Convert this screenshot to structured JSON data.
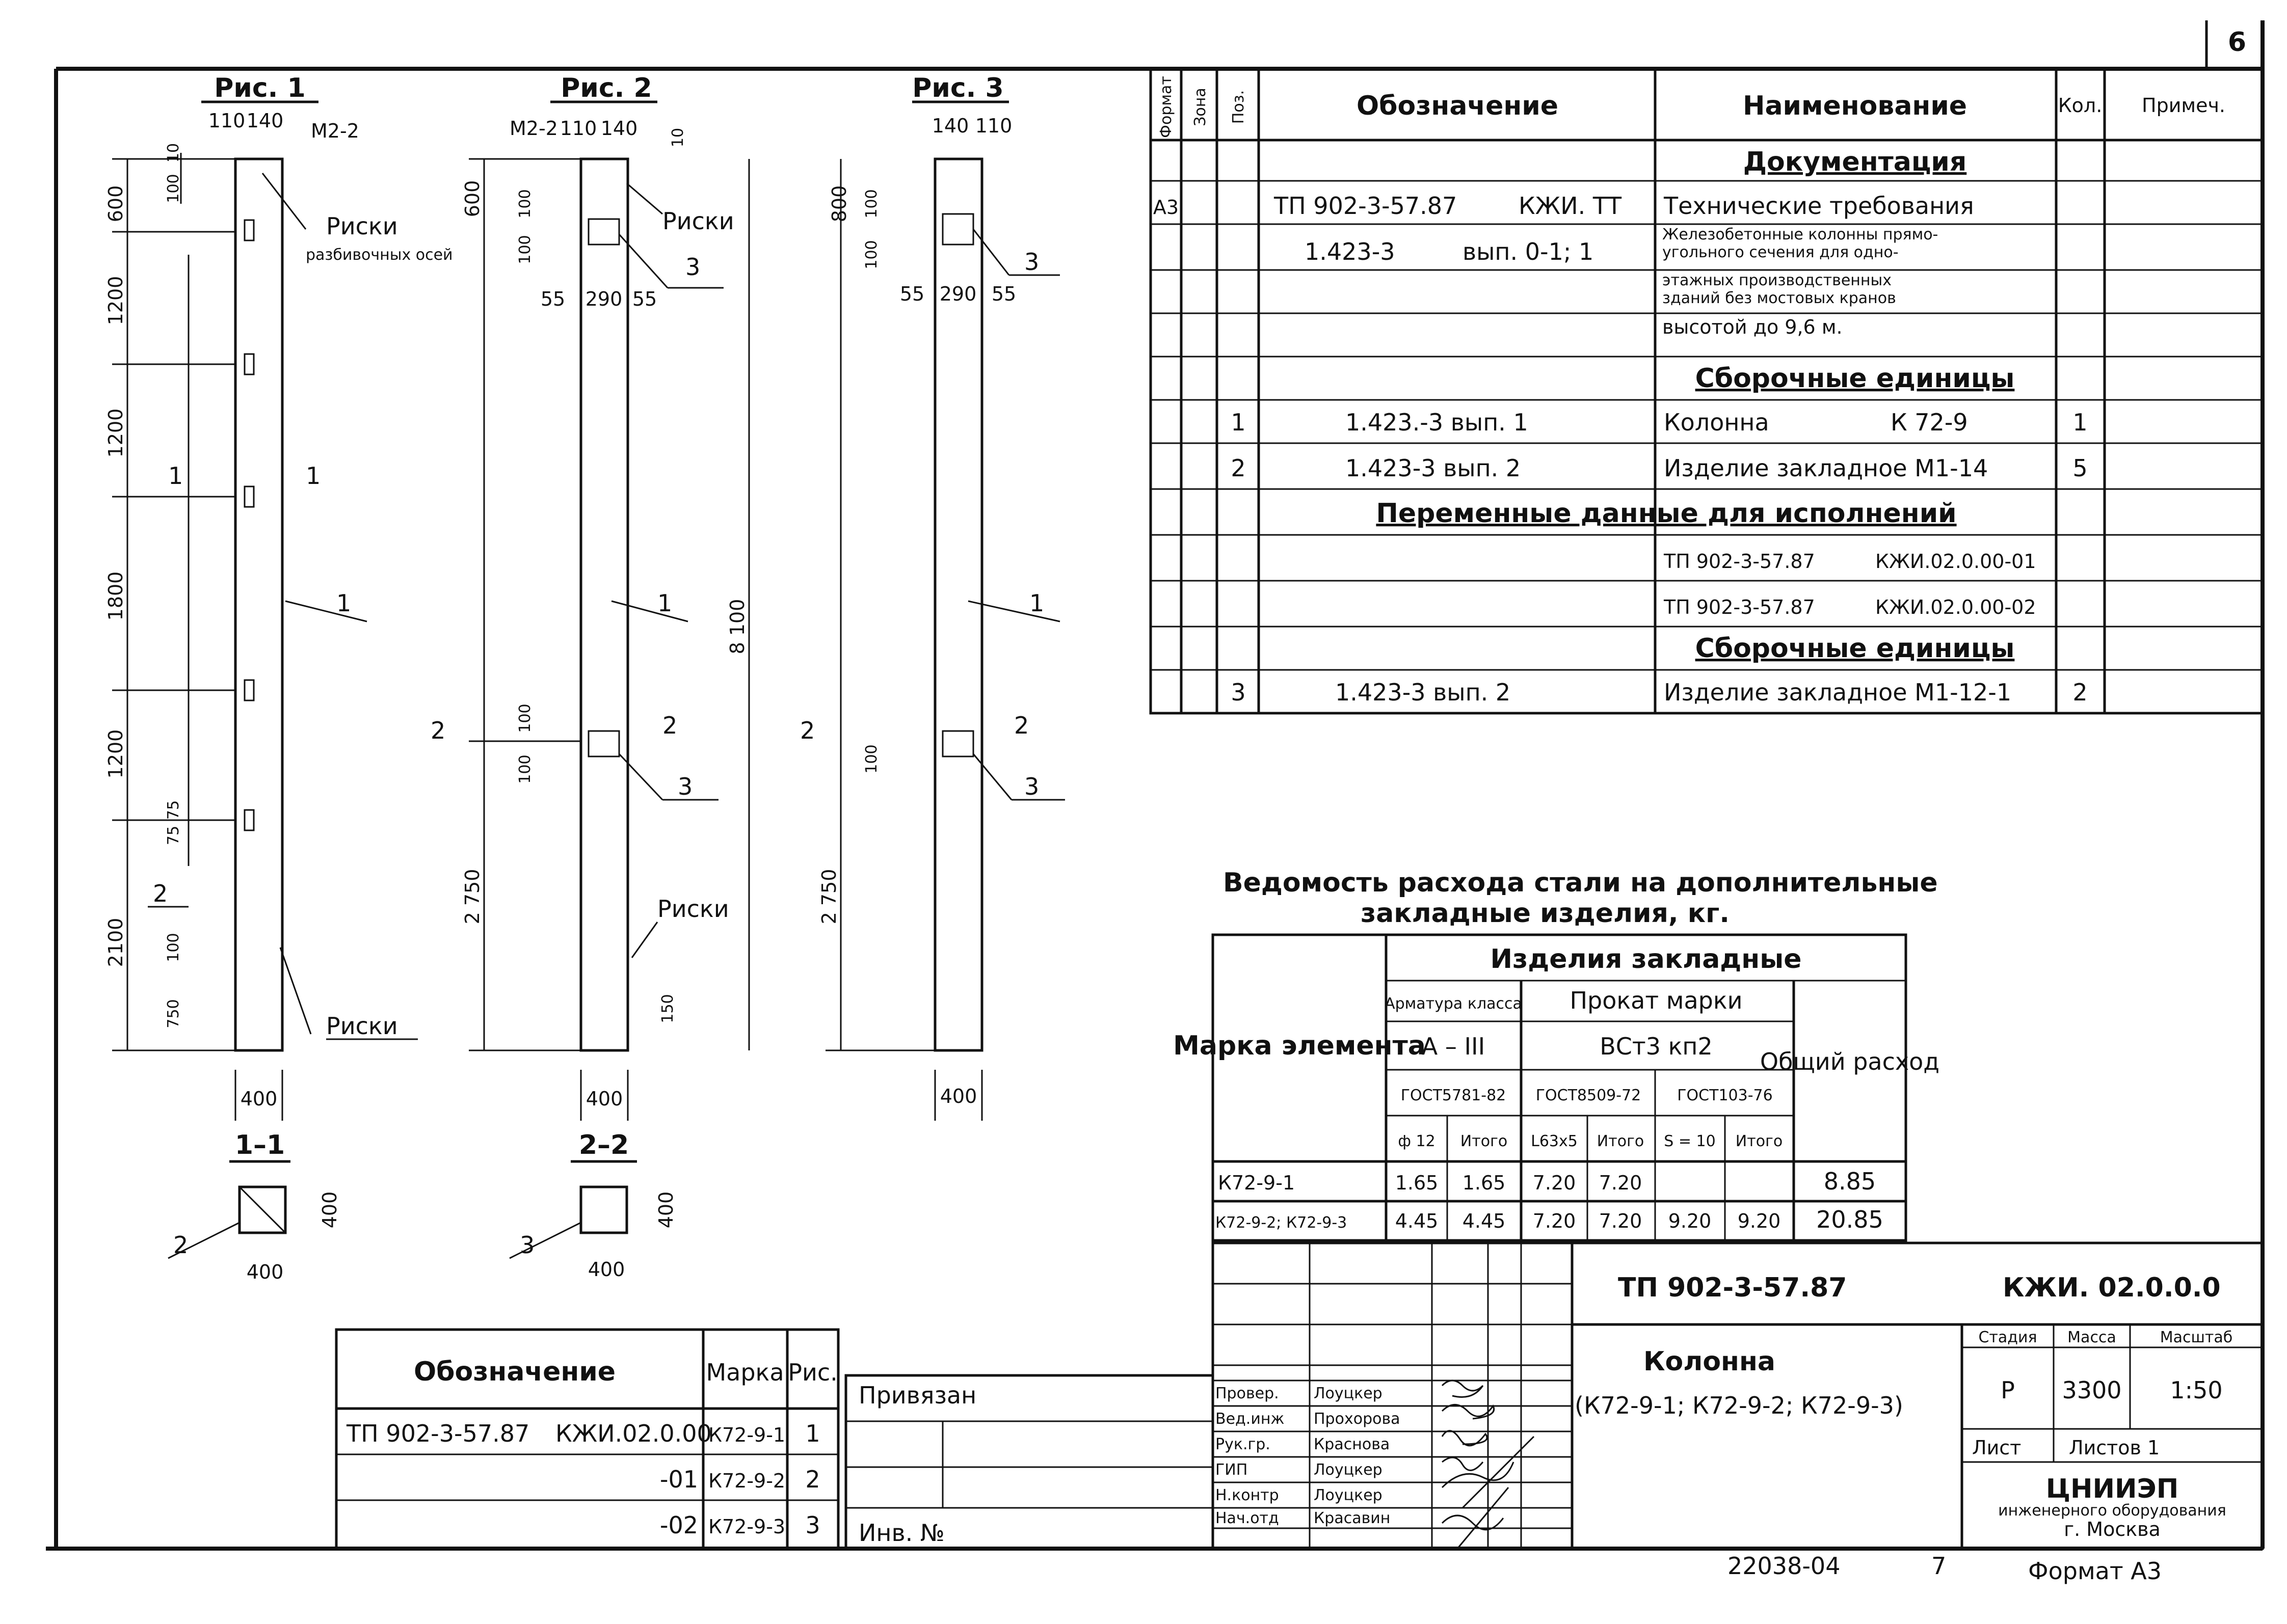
{
  "sheet_number": "6",
  "figures": {
    "fig1": {
      "title": "Рис. 1",
      "top_dims": [
        "110",
        "140"
      ],
      "top_mark": "М2-2",
      "left_dims": [
        "600",
        "1200",
        "1200",
        "1800",
        "1200",
        "2100"
      ],
      "small_dims": [
        "10",
        "100",
        "75",
        "75",
        "100",
        "750"
      ],
      "labels": {
        "riski_a": "Риски",
        "riski_sub": "разбивочных осей",
        "riski_b": "Риски",
        "pos1": "1",
        "pos2": "2",
        "sec": "1"
      },
      "width": "400",
      "section_title": "1–1",
      "section_dims": [
        "400",
        "400"
      ],
      "section_pos": "2"
    },
    "fig2": {
      "title": "Рис. 2",
      "top_dims": [
        "110",
        "140"
      ],
      "top_mark": "М2-2",
      "left_dims": [
        "600",
        "100",
        "100",
        "2 750"
      ],
      "small_dims": [
        "10",
        "100",
        "100",
        "100",
        "100",
        "150"
      ],
      "mid_dims": [
        "55",
        "290",
        "55"
      ],
      "total": "8 100",
      "labels": {
        "riski_a": "Риски",
        "riski_b": "Риски",
        "pos1": "1",
        "pos3a": "3",
        "pos3b": "3",
        "sec": "2"
      },
      "width": "400",
      "section_title": "2–2",
      "section_dims": [
        "400",
        "400"
      ],
      "section_pos": "3"
    },
    "fig3": {
      "title": "Рис. 3",
      "top_dims": [
        "140",
        "110"
      ],
      "left_dims": [
        "800",
        "100",
        "100",
        "2 750"
      ],
      "small_dims": [
        "100",
        "100",
        "100"
      ],
      "mid_dims": [
        "55",
        "290",
        "55"
      ],
      "labels": {
        "pos1": "1",
        "pos3a": "3",
        "pos3b": "3",
        "sec": "2"
      },
      "width": "400"
    }
  },
  "spec_table": {
    "headers": {
      "format": "Формат",
      "zone": "Зона",
      "pos": "Поз.",
      "designation": "Обозначение",
      "name": "Наименование",
      "qty": "Кол.",
      "note": "Примеч."
    },
    "section_docs": "Документация",
    "rows": [
      {
        "format": "А3",
        "designation": "ТП 902-3-57.87",
        "code": "КЖИ. ТТ",
        "name": "Технические требования"
      },
      {
        "designation": "1.423-3",
        "code": "вып. 0-1; 1",
        "name_lines": [
          "Железобетонные колонны прямо-",
          "угольного сечения для одно-",
          "этажных производственных",
          "зданий без мостовых кранов",
          "высотой до 9,6 м."
        ]
      }
    ],
    "section_asm": "Сборочные единицы",
    "asm_rows": [
      {
        "pos": "1",
        "designation": "1.423.-3 вып. 1",
        "name": "Колонна",
        "mark": "К 72-9",
        "qty": "1"
      },
      {
        "pos": "2",
        "designation": "1.423-3 вып. 2",
        "name": "Изделие закладное М1-14",
        "qty": "5"
      }
    ],
    "section_var": "Переменные данные для исполнений",
    "var_rows": [
      {
        "name": "ТП 902-3-57.87",
        "code": "КЖИ.02.0.00-01"
      },
      {
        "name": "ТП 902-3-57.87",
        "code": "КЖИ.02.0.00-02"
      }
    ],
    "section_asm2": "Сборочные единицы",
    "asm2_rows": [
      {
        "pos": "3",
        "designation": "1.423-3 вып. 2",
        "name": "Изделие закладное М1-12-1",
        "qty": "2"
      }
    ]
  },
  "steel_table": {
    "title_line1": "Ведомость расхода стали на дополнительные",
    "title_line2": "закладные изделия, кг.",
    "h_items": "Изделия закладные",
    "h_mark": "Марка элемента",
    "h_armat": "Арматура класса",
    "h_armat_class": "А – III",
    "h_prokat": "Прокат марки",
    "h_prokat_mark": "ВСт3 кп2",
    "h_total": "Общий расход",
    "h_gost1": "ГОСТ5781-82",
    "h_gost2": "ГОСТ8509-72",
    "h_gost3": "ГОСТ103-76",
    "h_sub": [
      "ф 12",
      "Итого",
      "L63х5",
      "Итого",
      "S = 10",
      "Итого"
    ],
    "rows": [
      {
        "mark": "К72-9-1",
        "vals": [
          "1.65",
          "1.65",
          "7.20",
          "7.20",
          "",
          "",
          "8.85"
        ]
      },
      {
        "mark": "К72-9-2; К72-9-3",
        "vals": [
          "4.45",
          "4.45",
          "7.20",
          "7.20",
          "9.20",
          "9.20",
          "20.85"
        ]
      }
    ]
  },
  "variants_table": {
    "headers": {
      "designation": "Обозначение",
      "mark": "Марка",
      "fig": "Рис."
    },
    "rows": [
      {
        "designation": "ТП 902-3-57.87",
        "code": "КЖИ.02.0.00",
        "mark": "К72-9-1",
        "fig": "1"
      },
      {
        "designation": "",
        "code": "-01",
        "mark": "К72-9-2",
        "fig": "2"
      },
      {
        "designation": "",
        "code": "-02",
        "mark": "К72-9-3",
        "fig": "3"
      }
    ]
  },
  "title_block": {
    "privyazan": "Привязан",
    "inv": "Инв. №",
    "project": "ТП 902-3-57.87",
    "doc_code": "КЖИ. 02.0.0.0",
    "name_line1": "Колонна",
    "name_line2": "(К72-9-1; К72-9-2; К72-9-3)",
    "stage_h": "Стадия",
    "mass_h": "Масса",
    "scale_h": "Масштаб",
    "stage": "Р",
    "mass": "3300",
    "scale": "1:50",
    "sheet_h": "Лист",
    "sheets_h": "Листов 1",
    "org_line1": "ЦНИИЭП",
    "org_line2": "инженерного оборудования",
    "org_line3": "г. Москва",
    "signers": [
      {
        "role": "Провер.",
        "name": "Лоуцкер"
      },
      {
        "role": "Вед.инж",
        "name": "Прохорова"
      },
      {
        "role": "Рук.гр.",
        "name": "Краснова"
      },
      {
        "role": "ГИП",
        "name": "Лоуцкер"
      },
      {
        "role": "Н.контр",
        "name": "Лоуцкер"
      },
      {
        "role": "Нач.отд",
        "name": "Красавин"
      }
    ]
  },
  "footer": {
    "number": "22038-04",
    "page": "7",
    "format": "Формат А3"
  }
}
